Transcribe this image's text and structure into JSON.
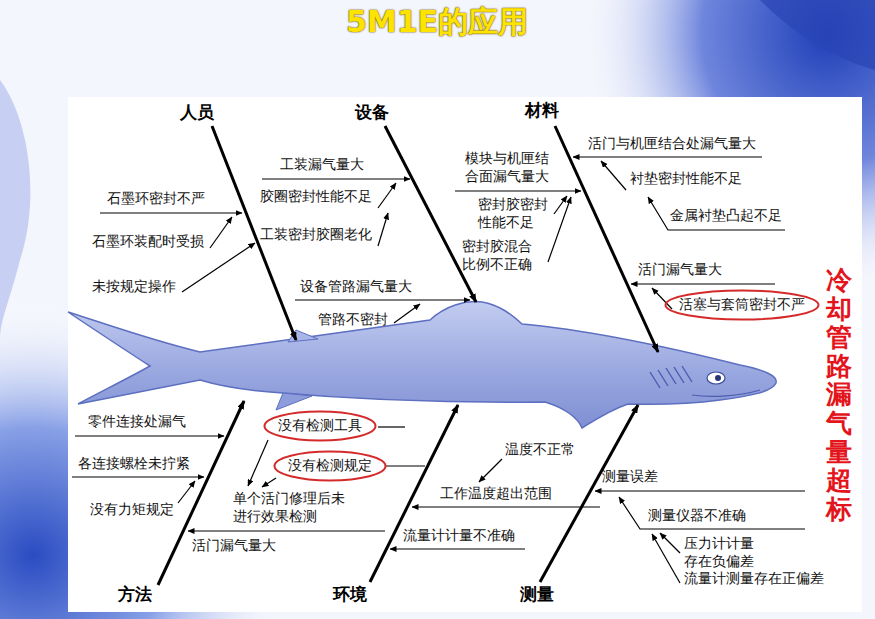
{
  "diagram": {
    "title": "5M1E的应用",
    "nodes": [
      {
        "text": [
          "活塞与套筒密封不严"
        ]
      },
      {
        "text": [
          "没有检测工具"
        ]
      },
      {
        "text": [
          "没有检测规定"
        ]
      }
    ],
    "labels": [
      "人员",
      "设备",
      "材料",
      "方法",
      "环境",
      "测量",
      "冷却管路漏气量超标",
      "石墨环密封不严",
      "石墨环装配时受损",
      "未按规定操作",
      "工装漏气量大",
      "胶圈密封性能不足",
      "工装密封胶圈老化",
      "设备管路漏气量大",
      "管路不密封",
      "模块与机匣结 合面漏气量大",
      "密封胶密封 性能不足",
      "密封胶混合 比例不正确",
      "活门与机匣结合处漏气量大",
      "衬垫密封性能不足",
      "金属衬垫凸起不足",
      "活门漏气量大",
      "零件连接处漏气",
      "各连接螺栓未拧紧",
      "没有力矩规定",
      "单个活门修理后未 进行效果检测",
      "活门漏气量大",
      "温度不正常",
      "工作温度超出范围",
      "流量计计量不准确",
      "测量误差",
      "测量仪器不准确",
      "压力计计量 存在负偏差",
      "流量计测量存在正偏差"
    ]
  }
}
